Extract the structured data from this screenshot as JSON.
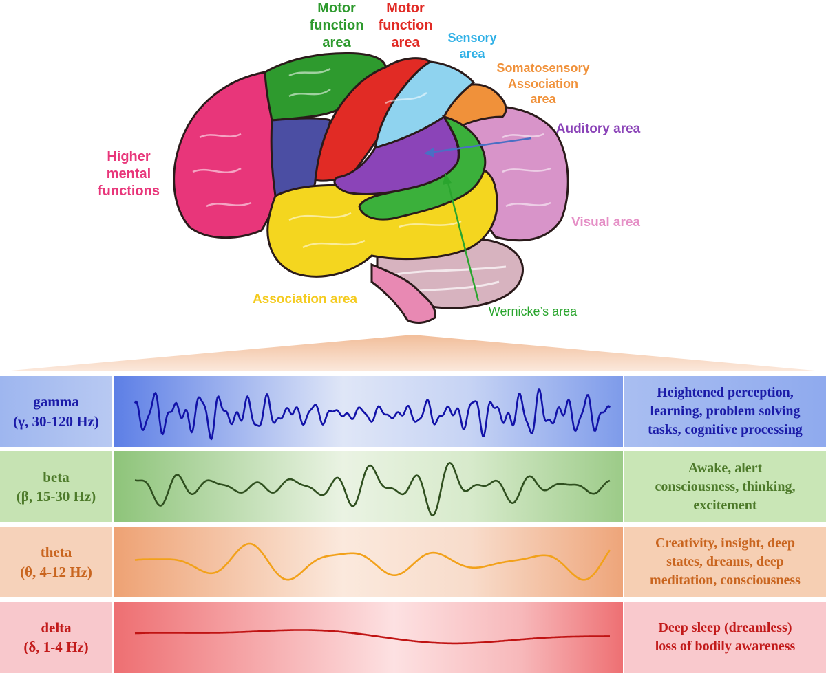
{
  "colors": {
    "higher_mental": "#e8367a",
    "motor_green": "#2e9a2e",
    "motor_red": "#e12b25",
    "sensory": "#2fb0e6",
    "somatosensory": "#f0913a",
    "auditory": "#8b44b8",
    "visual": "#e58fc6",
    "association": "#f4cb1f",
    "wernicke": "#2aa52e",
    "gamma_text": "#1b1ba8",
    "beta_text": "#4d7a2a",
    "theta_text": "#c9651f",
    "delta_text": "#c21a1a"
  },
  "brain_labels": {
    "motor_green": "Motor\nfunction\narea",
    "motor_red": "Motor\nfunction\narea",
    "sensory": "Sensory\narea",
    "somatosensory": "Somatosensory\nAssociation\narea",
    "auditory": "Auditory area",
    "higher_mental": "Higher\nmental\nfunctions",
    "visual": "Visual area",
    "association": "Association area",
    "wernicke": "Wernicke’s area"
  },
  "waves": [
    {
      "name": "gamma\n(γ, 30-120 Hz)",
      "desc": "Heightened perception,\nlearning, problem solving\ntasks, cognitive processing",
      "wave_color": "#1212a8"
    },
    {
      "name": "beta\n(β, 15-30 Hz)",
      "desc": "Awake, alert\nconsciousness, thinking,\nexcitement",
      "wave_color": "#2f4f1f"
    },
    {
      "name": "theta\n(θ, 4-12 Hz)",
      "desc": "Creativity, insight, deep\nstates, dreams, deep\nmeditation, consciousness",
      "wave_color": "#f2a11a"
    },
    {
      "name": "delta\n(δ, 1-4 Hz)",
      "desc": "Deep sleep (dreamless)\nloss of bodily awareness",
      "wave_color": "#c01313"
    }
  ]
}
